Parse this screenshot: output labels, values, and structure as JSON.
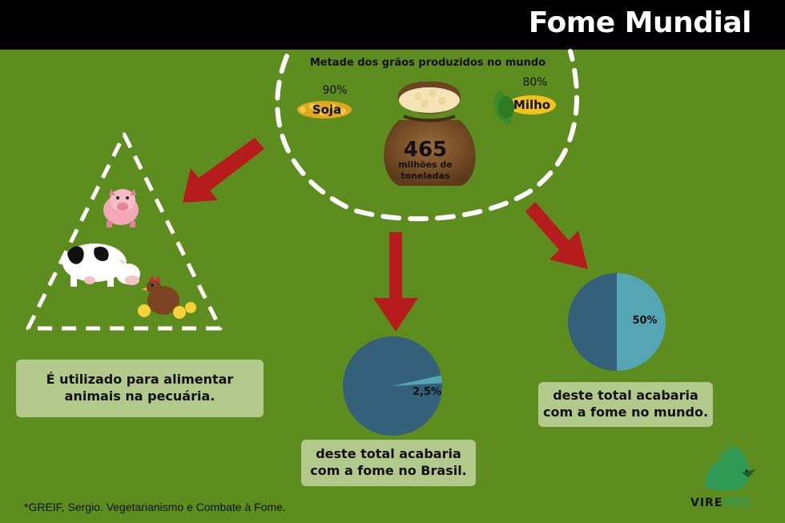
{
  "title": "Fome Mundial",
  "grain": {
    "caption": "Metade dos grãos produzidos no mundo",
    "soy": {
      "percent": "90%",
      "label": "Soja"
    },
    "corn": {
      "percent": "80%",
      "label": "Milho"
    },
    "total_value": "465",
    "total_unit_line1": "milhões de",
    "total_unit_line2": "toneladas"
  },
  "livestock_box": {
    "line1": "É utilizado para alimentar",
    "line2": "animais na pecuária."
  },
  "brazil": {
    "slice_label": "2,5%",
    "slice_fraction": 0.025,
    "box_line1": "deste total acabaria",
    "box_line2": "com a fome no Brasil."
  },
  "world": {
    "slice_label": "50%",
    "slice_fraction": 0.5,
    "box_line1": "deste total acabaria",
    "box_line2": "com a fome no mundo."
  },
  "reference": "*GREIF, Sergio. Vegetarianismo e Combate à Fome.",
  "brand": {
    "part1": "VIRE",
    "part2": "VÉG"
  },
  "colors": {
    "background": "#5d8d1f",
    "pie_dark": "#35607a",
    "pie_light": "#55a6b5",
    "arrow": "#b71c1c",
    "box": "#b3c98c"
  }
}
